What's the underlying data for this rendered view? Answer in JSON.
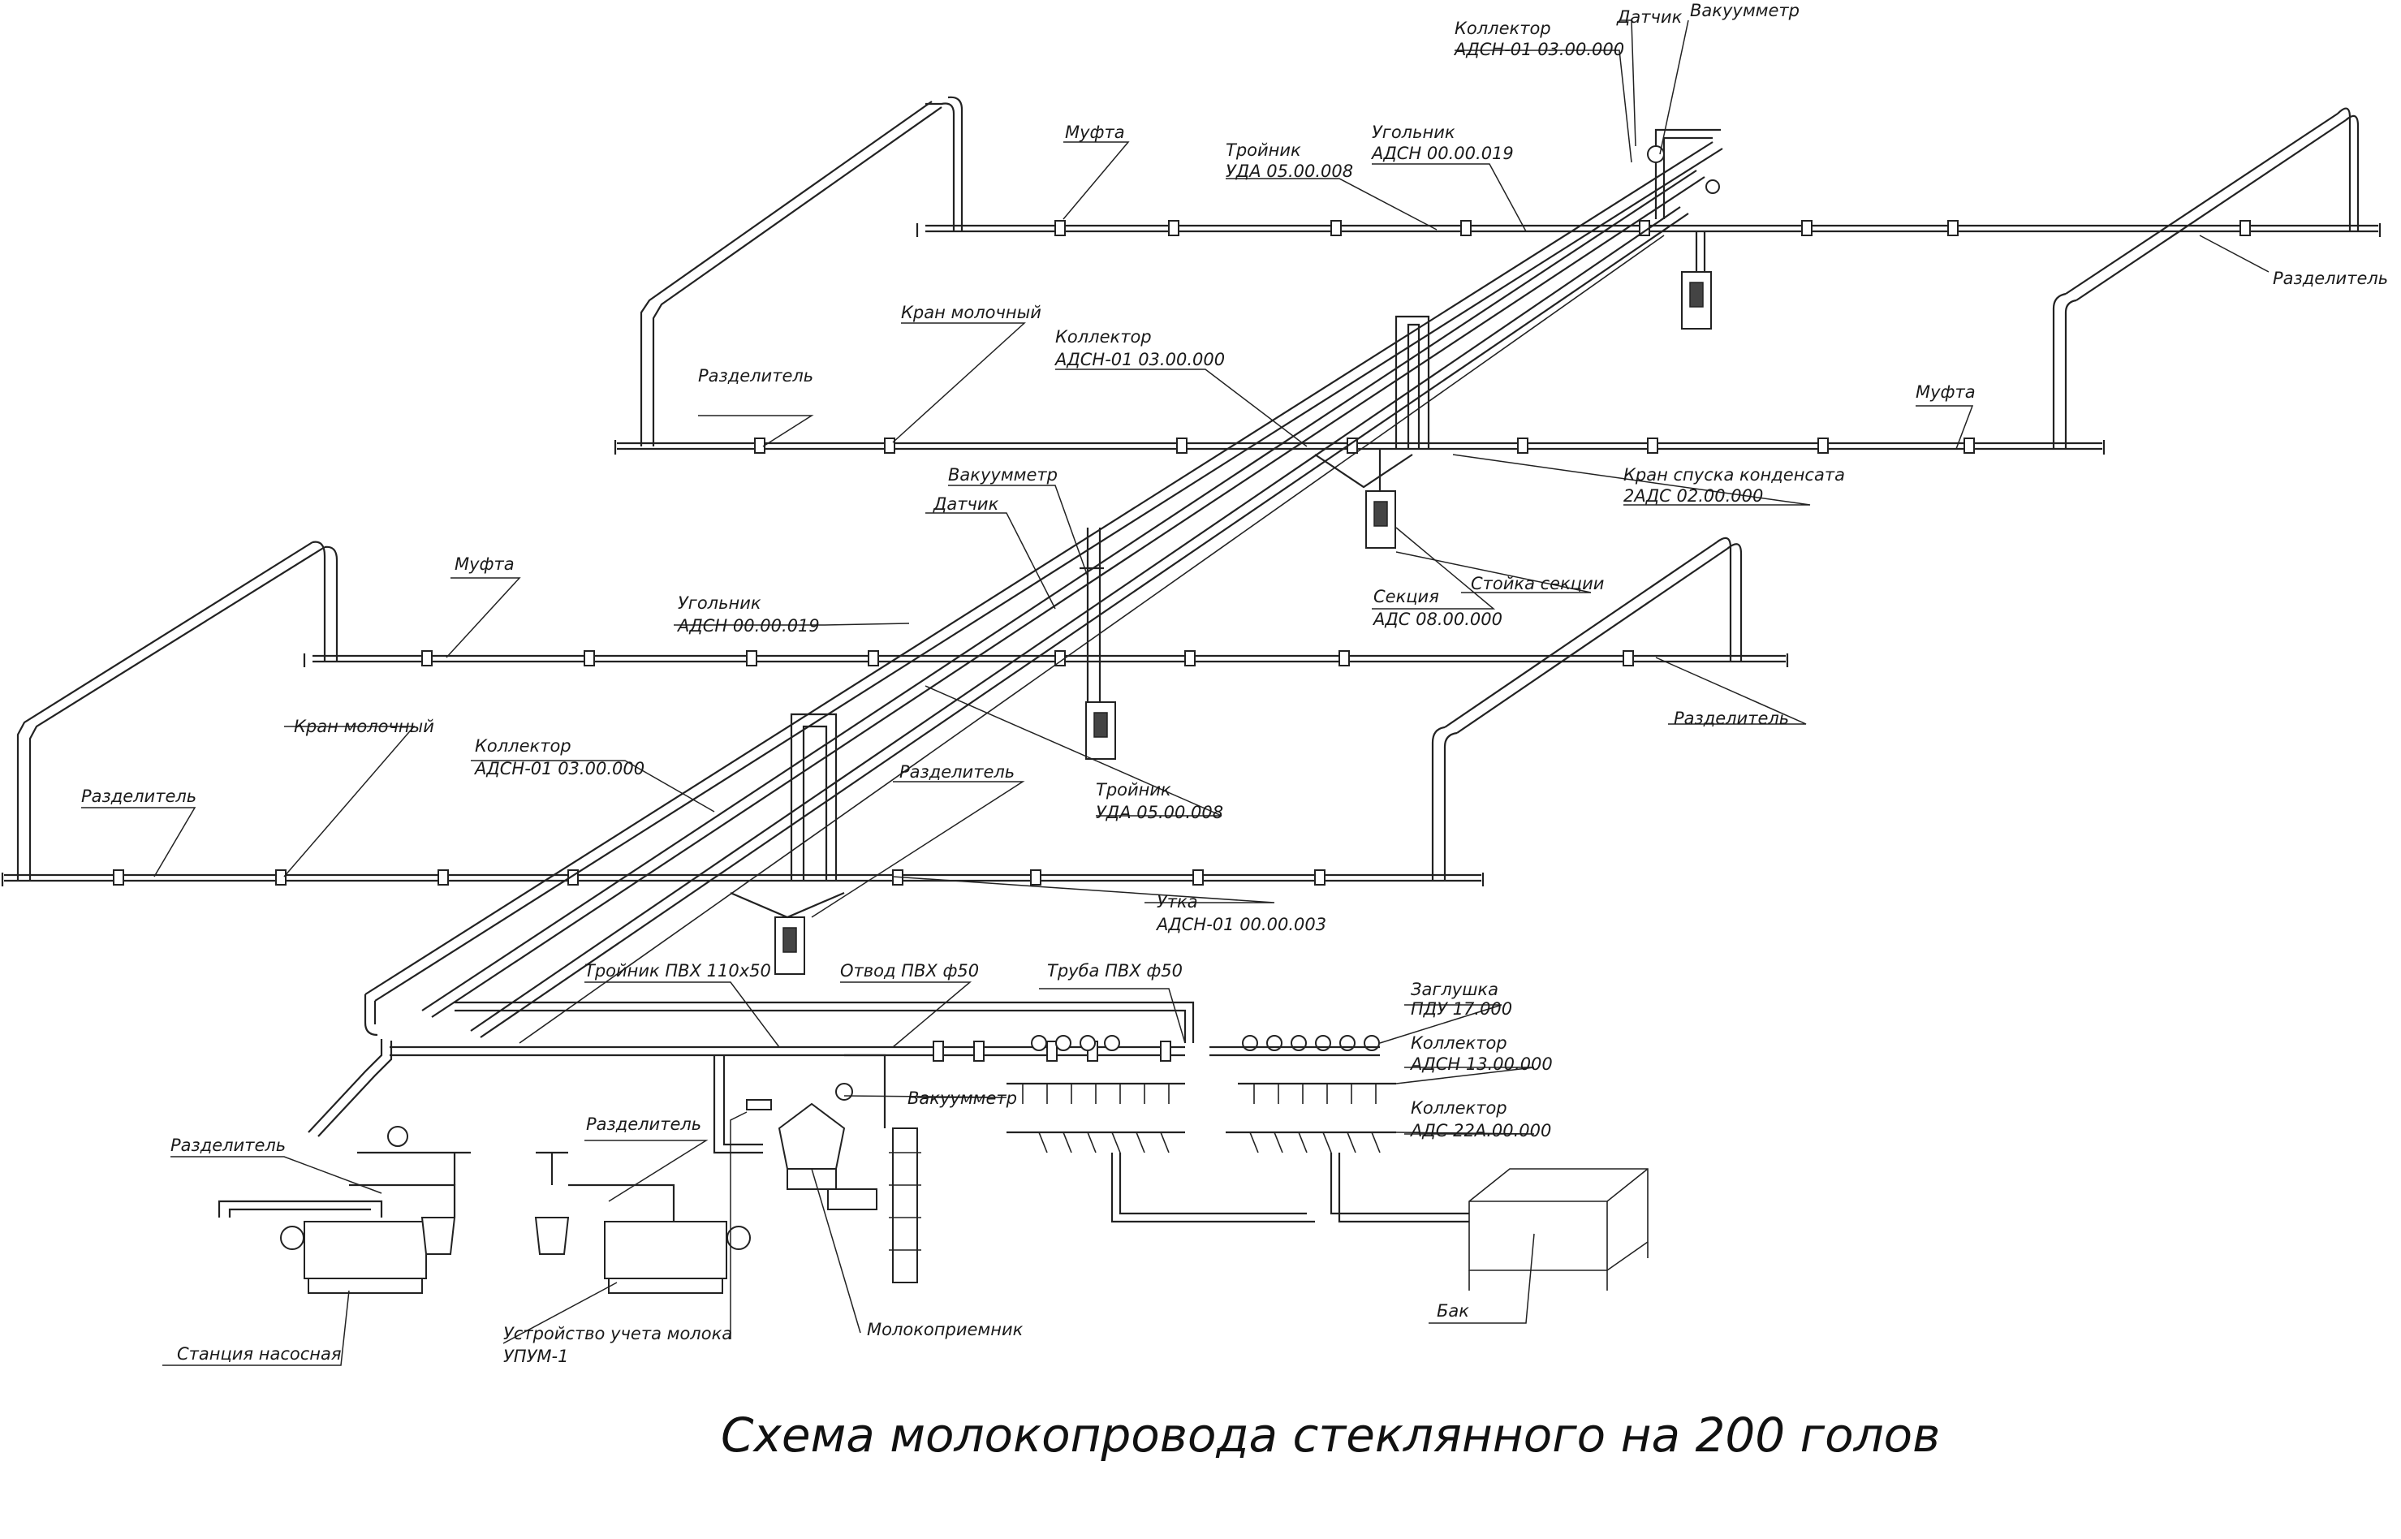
{
  "title": "Схема молокопровода стеклянного на 200 голов",
  "labels": {
    "kollektor_top": "Коллектор",
    "kollektor_top_code": "АДСН-01 03.00.000",
    "datchik_top": "Датчик",
    "vakuummetr_top": "Вакуумметр",
    "muфта_top_left": "Муфта",
    "troinik_top": "Тройник",
    "troinik_top_code": "УДА 05.00.008",
    "ugolnik_top": "Угольник",
    "ugolnik_top_code": "АДСН 00.00.019",
    "razdelitel_top_right": "Разделитель",
    "kran_molochny_top": "Кран молочный",
    "kollektor_mid": "Коллектор",
    "kollektor_mid_code": "АДСН-01 03.00.000",
    "razdelitel_top_left": "Разделитель",
    "mufta_top_right": "Муфта",
    "kran_spuska": "Кран спуска конденсата",
    "kran_spuska_code": "2АДС 02.00.000",
    "vakuummetr_mid": "Вакуумметр",
    "datchik_mid": "Датчик",
    "sekciya": "Секция",
    "sekciya_code": "АДС 08.00.000",
    "stoika_sekcii": "Стойка секции",
    "mufta_bottom_left": "Муфта",
    "ugolnik_bottom": "Угольник",
    "ugolnik_bottom_code": "АДСН 00.00.019",
    "razdelitel_bottom_right": "Разделитель",
    "kran_molochny_bottom": "Кран молочный",
    "kollektor_bottom": "Коллектор",
    "kollektor_bottom_code": "АДСН-01 03.00.000",
    "razdelitel_bottom_left": "Разделитель",
    "razdelitel_center": "Разделитель",
    "troinik_bottom": "Тройник",
    "troinik_bottom_code": "УДА 05.00.008",
    "utka": "Утка",
    "utka_code": "АДСН-01 00.00.003",
    "troinik_pvh": "Тройник ПВХ 110х50",
    "otvod_pvh": "Отвод ПВХ ф50",
    "truba_pvh": "Труба ПВХ ф50",
    "zaglushka": "Заглушка",
    "zaglushka_code": "ПДУ 17.000",
    "kollektor_adsn13": "Коллектор",
    "kollektor_adsn13_code": "АДСН 13.00.000",
    "kollektor_ads22": "Коллектор",
    "kollektor_ads22_code": "АДС 22А.00.000",
    "vakuummetr_bottom": "Вакуумметр",
    "razdelitel_pump_left": "Разделитель",
    "razdelitel_pump_right": "Разделитель",
    "stanciya": "Станция насосная",
    "ustroistvo": "Устройство учета молока",
    "ustroistvo_code": "УПУМ-1",
    "molokopriemnik": "Молокоприемник",
    "bak": "Бак"
  }
}
